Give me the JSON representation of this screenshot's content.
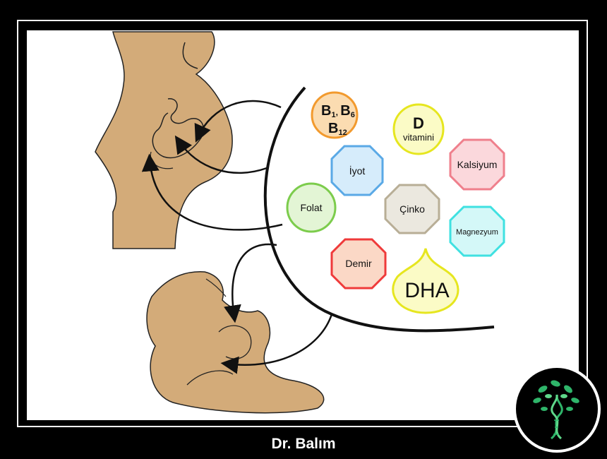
{
  "footer": {
    "credit": "Dr. Balım"
  },
  "nutrients": {
    "b_vitamins": {
      "line1": "B",
      "sub1": "1",
      "sep": ", ",
      "line1b": "B",
      "sub1b": "6",
      "line2": "B",
      "sub2": "12"
    },
    "vitamin_d": {
      "letter": "D",
      "word": "vitamini"
    },
    "iodine": "İyot",
    "calcium": "Kalsiyum",
    "folate": "Folat",
    "zinc": "Çinko",
    "magnesium": "Magnezyum",
    "iron": "Demir",
    "dha": "DHA"
  },
  "colors": {
    "skin": "#d3ab79",
    "b_vitamins": {
      "stroke": "#f29a2e",
      "fill": "#fbdcb1"
    },
    "vitamin_d": {
      "stroke": "#e6e61f",
      "fill": "#fbfbc6"
    },
    "iodine": {
      "stroke": "#5aa9e6",
      "fill": "#d6ecfb"
    },
    "calcium": {
      "stroke": "#ef7f8c",
      "fill": "#fbd8dc"
    },
    "folate": {
      "stroke": "#7ccc4c",
      "fill": "#e3f5d5"
    },
    "zinc": {
      "stroke": "#b8ae96",
      "fill": "#ebe8df"
    },
    "magnesium": {
      "stroke": "#3fe1e1",
      "fill": "#d4f8f8"
    },
    "iron": {
      "stroke": "#ef3a3a",
      "fill": "#fbd8c6"
    },
    "dha": {
      "stroke": "#e6e61f",
      "fill": "#fbfbc6"
    }
  },
  "icons": [
    "dna-tree-logo-icon",
    "pregnant-woman-figure",
    "breastfeeding-woman-figure"
  ]
}
